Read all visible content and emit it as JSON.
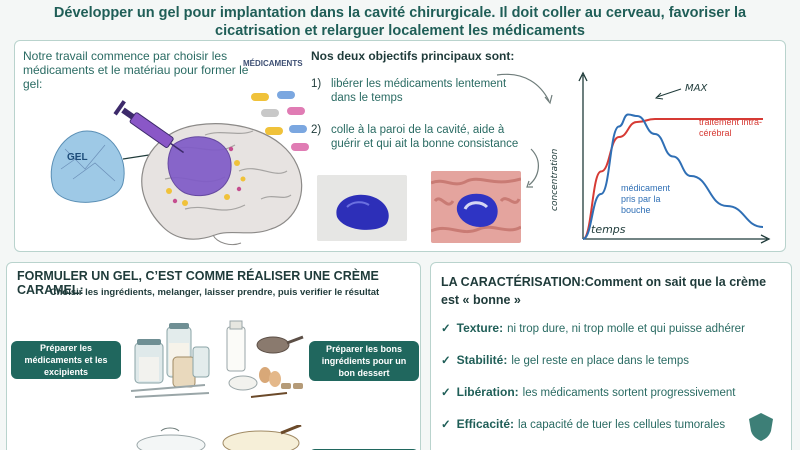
{
  "title": "Développer un gel pour implantation dans la cavité chirurgicale. Il doit coller au cerveau, favoriser la cicatrisation et relarguer localement les médicaments",
  "top": {
    "intro": "Notre travail commence par choisir les médicaments et le matériau pour former le gel:",
    "medicaments_label": "MÉDICAMENTS",
    "gel_label": "GEL",
    "objectives_title": "Nos deux objectifs principaux sont:",
    "objectives": [
      {
        "num": "1)",
        "text": "libérer les médicaments lentement dans le temps"
      },
      {
        "num": "2)",
        "text": "colle à la paroi de la cavité, aide à guérir et qui ait la bonne consistance"
      }
    ]
  },
  "chart_data": {
    "type": "line",
    "xlabel": "temps",
    "ylabel": "concentration",
    "annotations": [
      "MAX"
    ],
    "series": [
      {
        "name": "traitement intra-cérébral",
        "color": "#d63a34",
        "x": [
          0,
          1,
          2,
          3,
          4,
          5,
          6,
          8,
          10
        ],
        "y": [
          0,
          0.45,
          0.68,
          0.78,
          0.8,
          0.8,
          0.8,
          0.8,
          0.8
        ]
      },
      {
        "name": "médicament pris par la bouche",
        "color": "#2f6fb5",
        "x": [
          0,
          1,
          2,
          2.5,
          3,
          4,
          5,
          6,
          8,
          10
        ],
        "y": [
          0,
          0.3,
          0.75,
          0.83,
          0.82,
          0.7,
          0.55,
          0.42,
          0.22,
          0.08
        ]
      }
    ],
    "xlim": [
      0,
      10
    ],
    "ylim": [
      0,
      1
    ]
  },
  "bottom_left": {
    "title": "FORMULER UN GEL, C’EST COMME RÉALISER UNE CRÈME CARAMEL:",
    "subtitle": "Choisir les ingrédients, melanger, laisser prendre, puis verifier le résultat",
    "pill1": "Préparer les médicaments et les excipients",
    "pill2": "Préparer les bons ingrédients pour un bon dessert"
  },
  "bottom_right": {
    "title": "LA CARACTÉRISATION:Comment on sait que la crème est « bonne »",
    "criteria": [
      {
        "label": "Texture:",
        "text": "ni trop dure, ni trop molle et qui puisse adhérer"
      },
      {
        "label": "Stabilité:",
        "text": "le gel reste en place dans le temps"
      },
      {
        "label": "Libération:",
        "text": "les médicaments sortent progressivement"
      },
      {
        "label": "Efficacité:",
        "text": "la capacité de tuer les cellules tumorales"
      }
    ]
  },
  "colors": {
    "accent": "#1f5e57",
    "pill": "#20675e",
    "border": "#b9d3cd"
  }
}
